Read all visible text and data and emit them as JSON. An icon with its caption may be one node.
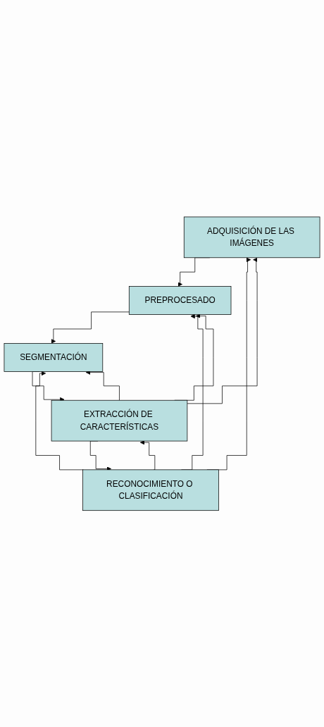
{
  "diagram": {
    "nodes": [
      {
        "text": [
          "ADQUISICIÓN DE LAS IMÁGENES"
        ]
      },
      {
        "text": [
          "PREPROCESADO"
        ]
      },
      {
        "text": [
          "SEGMENTACIÓN"
        ]
      },
      {
        "text": [
          "EXTRACCIÓN DE CARACTERÍSTICAS"
        ]
      },
      {
        "text": [
          "RECONOCIMIENTO O CLASIFICACIÓN"
        ]
      }
    ],
    "edges": [
      {
        "from": 0,
        "to": 1,
        "arrow": "to"
      },
      {
        "from": 1,
        "to": 2,
        "arrow": "to"
      },
      {
        "from": 2,
        "to": 3,
        "arrow": "to"
      },
      {
        "from": 3,
        "to": 4,
        "arrow": "to"
      },
      {
        "from": 3,
        "to": 0,
        "arrow": "to"
      },
      {
        "from": 3,
        "to": 1,
        "arrow": "to"
      },
      {
        "from": 3,
        "to": 2,
        "arrow": "to"
      },
      {
        "from": 4,
        "to": 0,
        "arrow": "to"
      },
      {
        "from": 4,
        "to": 1,
        "arrow": "to"
      },
      {
        "from": 4,
        "to": 2,
        "arrow": "to"
      },
      {
        "from": 4,
        "to": 3,
        "arrow": "to"
      }
    ]
  }
}
